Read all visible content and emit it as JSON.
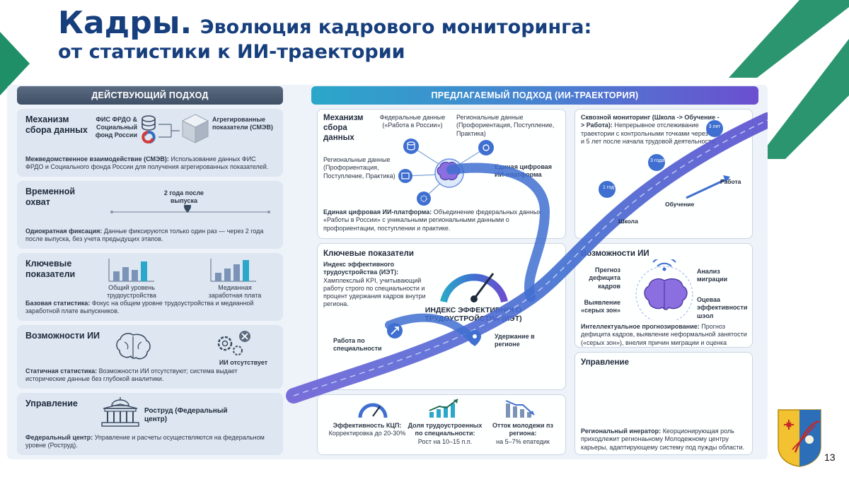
{
  "title": {
    "main": "Кадры.",
    "sub_line1": "Эволюция кадрового мониторинга:",
    "sub_line2": "от статистики к ИИ-траектории"
  },
  "colors": {
    "title": "#173f7d",
    "accent_green": "#1f8f67",
    "left_header": "#4a5a70",
    "right_header_start": "#2ba7c9",
    "right_header_end": "#6b4fcf",
    "road": "#3f6fd0"
  },
  "left": {
    "header": "Действующий подход",
    "mechanism": {
      "title": "Механизм сбора данных",
      "source_label": "ФИС ФРДО & Социальный фонд России",
      "target_label": "Агрегированные показатели (СМЭВ)",
      "desc_bold": "Межведомственное взаимодействие (СМЭВ):",
      "desc_text": "Использование данных ФИС ФРДО и Социального фонда России для получения агрегированных показателей."
    },
    "coverage": {
      "title": "Временной охват",
      "timeline_label": "2 года после выпуска",
      "desc_bold": "Одиократная фиксация:",
      "desc_text": "Данные фиксируются только один раз — через 2 года после выпуска, без учета предыдущих этапов."
    },
    "indicators": {
      "title": "Ключевые показатели",
      "chart1_label": "Общий уровень трудоустройства",
      "chart2_label": "Медианная заработная плата",
      "desc_bold": "Базовая статистика:",
      "desc_text": "Фокус на общем уровне трудоустройства и медианной заработной плате выпускников."
    },
    "ai": {
      "title": "Возможности ИИ",
      "absent_label": "ИИ отсутствует",
      "desc_bold": "Статичная статистика:",
      "desc_text": "Возможности ИИ отсутствуют; система выдает исторические данные без глубокой аналитики."
    },
    "governance": {
      "title": "Управление",
      "center_label": "Роструд (Федеральный центр)",
      "desc_bold": "Федеральный центр:",
      "desc_text": "Управление и расчеты осуществляются на федеральном уровне (Роструд)."
    }
  },
  "right": {
    "header": "Предлагаемый подход (ИИ-траектория)",
    "mechanism": {
      "title": "Механизм сбора данных",
      "federal_label": "Федеральные данные («Работа в России»)",
      "regional_top_label": "Региональные данные (Профориентация, Поступление, Практика)",
      "regional_left_label": "Региональные данные (Профориентация, Поступление, Практика)",
      "platform_label": "Единая цифровая ИИ-платформа",
      "desc_bold": "Единая цифровая ИИ-платформа:",
      "desc_text": "Объединение федеральных данных «Работы в России» с уникальными региональными данными о профориентации, поступлении и практике."
    },
    "monitoring": {
      "title_bold": "Сквозной мониторинг (Школа -> Обучение -> Работа):",
      "desc_text": "Непрерывное отслеживание траектории с контрольными точками через 1, 3 и 5 лет после начала трудовой деятельности.",
      "marker_1": "1 год",
      "marker_3": "3 года",
      "marker_5": "3 лет",
      "stage_school": "Школа",
      "stage_study": "Обучение",
      "stage_work": "Работа"
    },
    "indicators": {
      "title": "Ключевые показатели",
      "desc_bold": "Индекс эффективного трудоустройства (ИЭТ):",
      "desc_text": "Хамплекслый KPI, учитывающий работу строго по специальности и процент удержания кадров внутри региона.",
      "gauge_label": "ИНДЕКС ЭФФЕКТИВНОГО ТРУДОУСТРОЙСТВА (ИЭТ)",
      "work_label": "Работа по специальности",
      "retention_label": "Удержание в регионе"
    },
    "metrics": [
      {
        "title": "Эффективность КЦП:",
        "value": "Корректировка до 20-30%"
      },
      {
        "title": "Доля трудоустроенных по специальности:",
        "value": "Рост на 10–15 п.п."
      },
      {
        "title": "Отток молодежи пз региона:",
        "value": "на 5–7% епатедик"
      }
    ],
    "ai": {
      "title": "Возможности ИИ",
      "forecast_label": "Прегноз дефицита кадров",
      "gray_label": "Выявление «серых зон»",
      "migration_label": "Анализ миграции",
      "schools_label": "Оцеваа эффективности шэол",
      "desc_bold": "Интеллектуальное прогнозирование:",
      "desc_text": "Прогноз дефицита кадров, выявление неформальной занятости («серых зон»), внелия причин миграции и оценка эффективности каждой школы."
    },
    "governance": {
      "title": "Управление",
      "desc_bold": "Региональный инератор:",
      "desc_text": "Кеорционирующая роль приходлежит регионаьному Молодежному центру карьеры, адаптирующему систему под пужды области."
    }
  },
  "page_number": "13"
}
